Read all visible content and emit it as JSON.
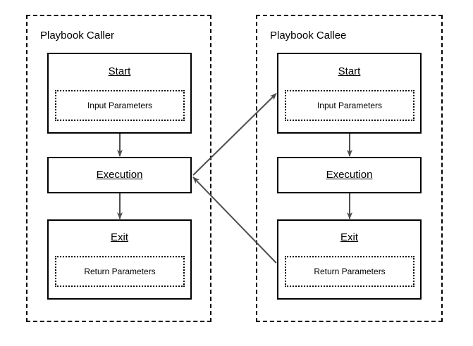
{
  "diagram": {
    "background": "#ffffff",
    "edge_color": "#4d4d4d",
    "border_color": "#000000",
    "lanes": [
      {
        "id": "caller",
        "title": "Playbook Caller",
        "nodes": [
          {
            "id": "caller-start",
            "title": "Start",
            "param_label": "Input Parameters",
            "has_params": true
          },
          {
            "id": "caller-execution",
            "title": "Execution",
            "param_label": "",
            "has_params": false
          },
          {
            "id": "caller-exit",
            "title": "Exit",
            "param_label": "Return Parameters",
            "has_params": true
          }
        ]
      },
      {
        "id": "callee",
        "title": "Playbook Callee",
        "nodes": [
          {
            "id": "callee-start",
            "title": "Start",
            "param_label": "Input Parameters",
            "has_params": true
          },
          {
            "id": "callee-execution",
            "title": "Execution",
            "param_label": "",
            "has_params": false
          },
          {
            "id": "callee-exit",
            "title": "Exit",
            "param_label": "Return Parameters",
            "has_params": true
          }
        ]
      }
    ],
    "edges": [
      {
        "id": "caller-start-to-execution",
        "kind": "vertical"
      },
      {
        "id": "caller-execution-to-exit",
        "kind": "vertical"
      },
      {
        "id": "callee-start-to-execution",
        "kind": "vertical"
      },
      {
        "id": "callee-execution-to-exit",
        "kind": "vertical"
      },
      {
        "id": "caller-execution-to-callee-start",
        "kind": "diagonal-call"
      },
      {
        "id": "callee-exit-to-caller-execution",
        "kind": "diagonal-return"
      }
    ]
  }
}
